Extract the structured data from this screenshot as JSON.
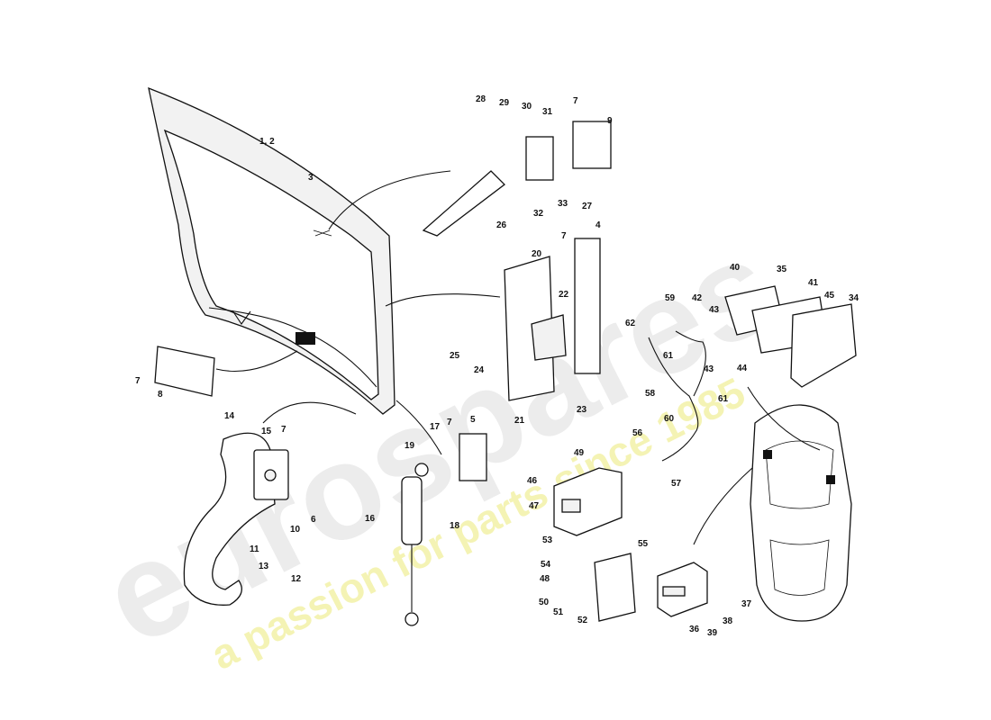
{
  "watermark": {
    "brand": "eurospares",
    "tagline": "a passion for parts since 1985",
    "brand_color": "#d9d9d9",
    "tagline_color": "#f2f09a"
  },
  "callouts": [
    {
      "id": "1-2",
      "text": "1, 2"
    },
    {
      "id": "3",
      "text": "3"
    },
    {
      "id": "4",
      "text": "4"
    },
    {
      "id": "5",
      "text": "5"
    },
    {
      "id": "6",
      "text": "6"
    },
    {
      "id": "7a",
      "text": "7"
    },
    {
      "id": "7b",
      "text": "7"
    },
    {
      "id": "7c",
      "text": "7"
    },
    {
      "id": "7d",
      "text": "7"
    },
    {
      "id": "7e",
      "text": "7"
    },
    {
      "id": "8",
      "text": "8"
    },
    {
      "id": "9",
      "text": "9"
    },
    {
      "id": "10",
      "text": "10"
    },
    {
      "id": "11",
      "text": "11"
    },
    {
      "id": "12",
      "text": "12"
    },
    {
      "id": "13",
      "text": "13"
    },
    {
      "id": "14",
      "text": "14"
    },
    {
      "id": "15",
      "text": "15"
    },
    {
      "id": "16",
      "text": "16"
    },
    {
      "id": "17",
      "text": "17"
    },
    {
      "id": "18",
      "text": "18"
    },
    {
      "id": "19",
      "text": "19"
    },
    {
      "id": "20",
      "text": "20"
    },
    {
      "id": "21",
      "text": "21"
    },
    {
      "id": "22",
      "text": "22"
    },
    {
      "id": "23",
      "text": "23"
    },
    {
      "id": "24",
      "text": "24"
    },
    {
      "id": "25",
      "text": "25"
    },
    {
      "id": "26",
      "text": "26"
    },
    {
      "id": "27",
      "text": "27"
    },
    {
      "id": "28",
      "text": "28"
    },
    {
      "id": "29",
      "text": "29"
    },
    {
      "id": "30",
      "text": "30"
    },
    {
      "id": "31",
      "text": "31"
    },
    {
      "id": "32",
      "text": "32"
    },
    {
      "id": "33",
      "text": "33"
    },
    {
      "id": "34",
      "text": "34"
    },
    {
      "id": "35",
      "text": "35"
    },
    {
      "id": "36",
      "text": "36"
    },
    {
      "id": "37",
      "text": "37"
    },
    {
      "id": "38",
      "text": "38"
    },
    {
      "id": "39",
      "text": "39"
    },
    {
      "id": "40",
      "text": "40"
    },
    {
      "id": "41",
      "text": "41"
    },
    {
      "id": "42",
      "text": "42"
    },
    {
      "id": "43a",
      "text": "43"
    },
    {
      "id": "43b",
      "text": "43"
    },
    {
      "id": "44",
      "text": "44"
    },
    {
      "id": "45",
      "text": "45"
    },
    {
      "id": "46",
      "text": "46"
    },
    {
      "id": "47",
      "text": "47"
    },
    {
      "id": "48",
      "text": "48"
    },
    {
      "id": "49",
      "text": "49"
    },
    {
      "id": "50",
      "text": "50"
    },
    {
      "id": "51",
      "text": "51"
    },
    {
      "id": "52",
      "text": "52"
    },
    {
      "id": "53",
      "text": "53"
    },
    {
      "id": "54",
      "text": "54"
    },
    {
      "id": "55",
      "text": "55"
    },
    {
      "id": "56",
      "text": "56"
    },
    {
      "id": "57",
      "text": "57"
    },
    {
      "id": "58",
      "text": "58"
    },
    {
      "id": "59",
      "text": "59"
    },
    {
      "id": "60",
      "text": "60"
    },
    {
      "id": "61a",
      "text": "61"
    },
    {
      "id": "61b",
      "text": "61"
    },
    {
      "id": "62",
      "text": "62"
    }
  ]
}
